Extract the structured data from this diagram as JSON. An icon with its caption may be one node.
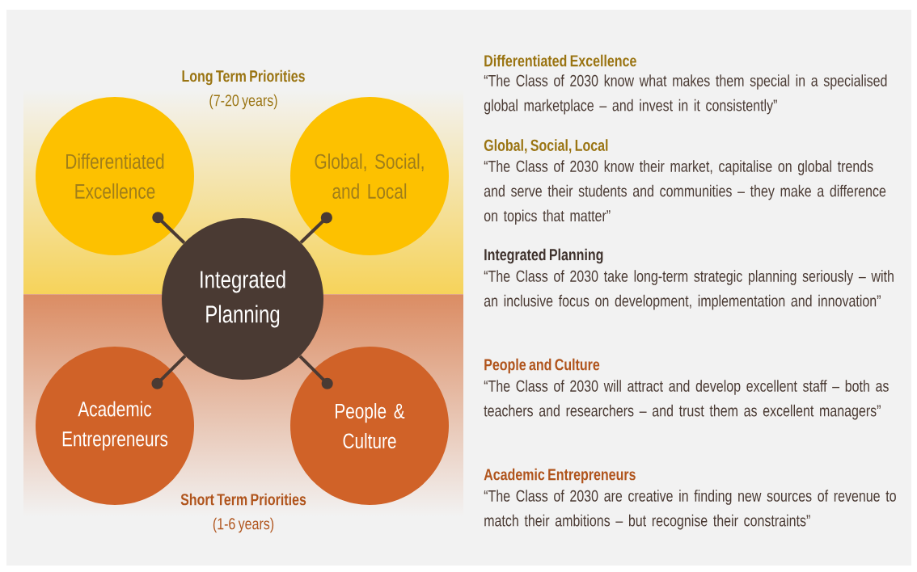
{
  "diagram": {
    "nodes": [
      {
        "text": [
          "Differentiated Excellence"
        ]
      },
      {
        "text": [
          "Global, Social, and Local"
        ]
      },
      {
        "text": [
          "Integrated Planning"
        ]
      },
      {
        "text": [
          "Academic Entrepreneurs"
        ]
      },
      {
        "text": [
          "People & Culture"
        ]
      }
    ],
    "edges": [
      {
        "from": 2,
        "to": 0,
        "arrow": "other"
      },
      {
        "from": 2,
        "to": 1,
        "arrow": "other"
      },
      {
        "from": 2,
        "to": 3,
        "arrow": "other"
      },
      {
        "from": 2,
        "to": 4,
        "arrow": "other"
      }
    ],
    "labels": [
      "Long Term Priorities",
      "(7-20 years)",
      "Short Term Priorities",
      "(1-6 years)",
      "Differentiated Excellence",
      "“The Class of 2030 know what makes them special in a specialised global marketplace – and invest in it consistently”",
      "Global, Social, Local",
      "“The Class of 2030 know their market, capitalise on global trends and serve their students and communities – they make a difference on topics that matter”",
      "Integrated Planning",
      "“The Class of 2030 take long-term strategic planning seriously – with an inclusive focus on development, implementation and innovation”",
      "People and Culture",
      "“The Class of 2030 will attract and develop excellent staff – both as teachers and researchers – and trust them as excellent managers”",
      "Academic Entrepreneurs",
      "“The Class of 2030 are creative in finding new sources of revenue to match their ambitions – but recognise their constraints”"
    ]
  }
}
